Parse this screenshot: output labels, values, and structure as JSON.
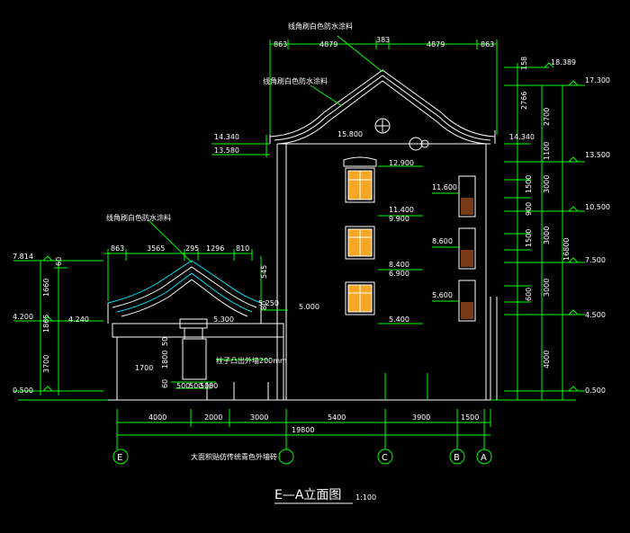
{
  "notes": {
    "top_coating": "线角刷白色防水涂料",
    "upper_coating": "线角刷白色防水涂料",
    "left_coating": "线角刷白色防水涂料",
    "bottom_note": "大面积贴仿传统青色外墙砖",
    "column_note": "柱子凸出外墙200mm"
  },
  "title": {
    "text": "E—A立面图",
    "scale": "1:100"
  },
  "elevations_right": [
    "18.389",
    "17.300",
    "13.500",
    "10.500",
    "7.500",
    "4.500",
    "0.500"
  ],
  "elevations_left": [
    "7.814",
    "4.200",
    "0.500"
  ],
  "elevations_mid": {
    "e14340_l": "14.340",
    "e13580": "13.580",
    "e14340_r": "14.340",
    "e12900": "12.900",
    "e11600": "11.600",
    "e11400": "11.400",
    "e9900": "9.900",
    "e8600": "8.600",
    "e8400": "8.400",
    "e6900": "6.900",
    "e5600": "5.600",
    "e5400": "5.400",
    "e5250": "5.250",
    "e5000": "5.000",
    "e5300": "5.300",
    "e4240": "4.240",
    "e15800": "15.800"
  },
  "top_dims": [
    "863",
    "4879",
    "383",
    "4879",
    "863"
  ],
  "left_roof_dims": [
    "863",
    "3565",
    "295",
    "1296",
    "810"
  ],
  "right_height_dims": [
    "158",
    "2766",
    "2700",
    "1100",
    "3000",
    "3000",
    "3000",
    "4000",
    "16800",
    "1500",
    "900",
    "1500",
    "600"
  ],
  "left_height_dims": [
    "60",
    "1660",
    "1865",
    "3700",
    "545",
    "80"
  ],
  "bottom_dims": [
    "4000",
    "2000",
    "3000",
    "5400",
    "3900",
    "1500"
  ],
  "total_dim": "19800",
  "gate_dims": [
    "1700",
    "1800",
    "500",
    "500",
    "500",
    "80",
    "60",
    "50"
  ],
  "axes": [
    "E",
    "C",
    "B",
    "A"
  ]
}
